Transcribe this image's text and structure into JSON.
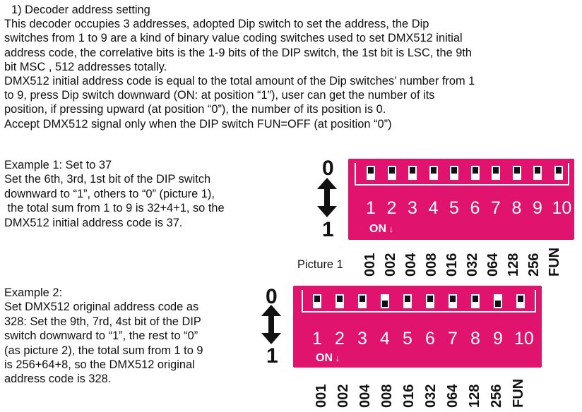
{
  "intro": {
    "heading": "1) Decoder address setting",
    "lines": [
      "This decoder occupies 3 addresses, adopted Dip switch to set the address, the Dip",
      "switches from 1 to 9 are a kind of binary value coding switches used to set DMX512 initial",
      "address code, the correlative bits is the 1-9 bits of the DIP switch, the 1st bit is LSC, the 9th",
      "bit MSC , 512 addresses totally.",
      "DMX512 initial address code is equal to the total amount of the Dip switches’ number from 1",
      "to 9, press Dip switch downward (ON: at position “1”), user can get the number of its",
      "position, if pressing upward (at position “0”), the number of its position is 0.",
      "Accept DMX512 signal only when the DIP switch FUN=OFF (at position “0”)"
    ]
  },
  "example1": {
    "lines": [
      "Example 1: Set to 37",
      "Set the 6th, 3rd, 1st bit of the DIP switch",
      "downward to “1”, others to “0” (picture 1),",
      " the total sum from 1 to 9 is 32+4+1, so the",
      "DMX512 initial address code is 37."
    ],
    "caption": "Picture 1"
  },
  "example2": {
    "lines": [
      "Example 2:",
      "Set DMX512 original address code as",
      "328: Set the 9th, 7rd, 4st bit of the DIP",
      "switch downward to “1”, the rest to “0”",
      "(as picture 2), the total sum from 1 to 9",
      "is 256+64+8, so the DMX512 original",
      "address code is 328."
    ]
  },
  "dip": {
    "top_label": "0",
    "bottom_label": "1",
    "on_label": "ON",
    "on_arrow": "↓",
    "numbers": [
      "1",
      "2",
      "3",
      "4",
      "5",
      "6",
      "7",
      "8",
      "9",
      "10"
    ],
    "values": [
      "001",
      "002",
      "004",
      "008",
      "016",
      "032",
      "064",
      "128",
      "256",
      "FUN"
    ],
    "picture1_states": [
      0,
      0,
      0,
      0,
      0,
      0,
      0,
      0,
      0,
      0
    ],
    "picture2_states": [
      0,
      0,
      0,
      1,
      0,
      0,
      0,
      0,
      1,
      0
    ],
    "colors": {
      "body": "#e0136f",
      "switch": "#ffffff",
      "knob": "#111111"
    }
  }
}
